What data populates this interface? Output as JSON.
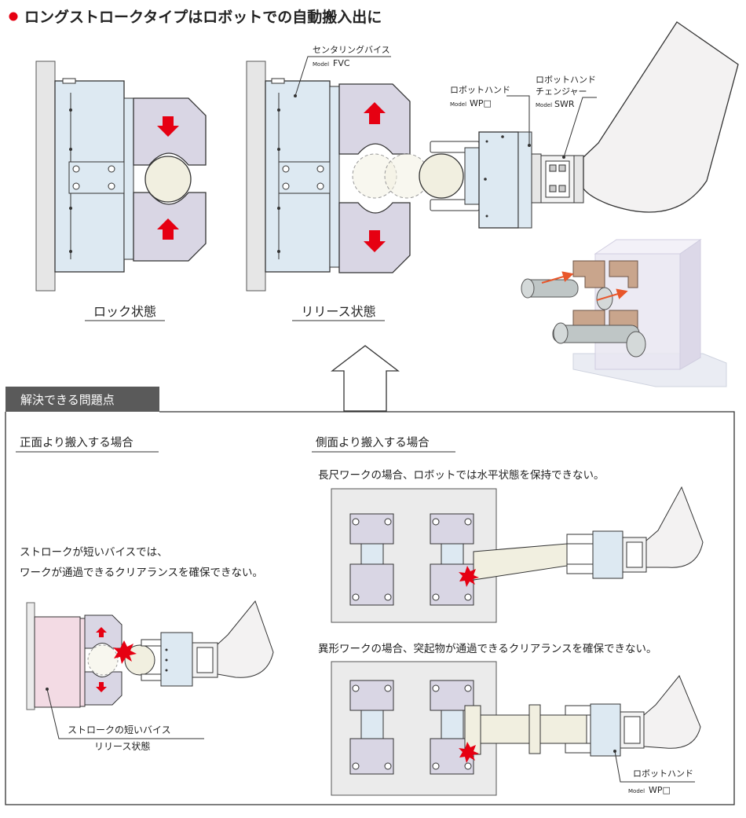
{
  "header": {
    "title": "ロングストロークタイプはロボットでの自動搬入出に"
  },
  "top": {
    "lock_label": "ロック状態",
    "release_label": "リリース状態",
    "vise_name": "センタリングバイス",
    "vise_model_prefix": "Model",
    "vise_model": "FVC",
    "hand_name": "ロボットハンド",
    "hand_model_prefix": "Model",
    "hand_model": "WP□",
    "changer_name_1": "ロボットハンド",
    "changer_name_2": "チェンジャー",
    "changer_model_prefix": "Model",
    "changer_model": "SWR"
  },
  "problems": {
    "tab_label": "解決できる問題点",
    "front": {
      "heading": "正面より搬入する場合",
      "desc_1": "ストロークが短いバイスでは、",
      "desc_2": "ワークが通過できるクリアランスを確保できない。",
      "callout_1": "ストロークの短いバイス",
      "callout_2": "リリース状態"
    },
    "side": {
      "heading": "側面より搬入する場合",
      "case1": "長尺ワークの場合、ロボットでは水平状態を保持できない。",
      "case2": "異形ワークの場合、突起物が通過できるクリアランスを確保できない。",
      "hand_name": "ロボットハンド",
      "hand_model_prefix": "Model",
      "hand_model": "WP□"
    }
  },
  "colors": {
    "accent_red": "#e60012",
    "vise_body": "#dde9f2",
    "jaw": "#d9d6e4",
    "workpiece": "#f1efe0",
    "tab_bg": "#5a5a5a",
    "short_vise": "#f3dbe4"
  }
}
